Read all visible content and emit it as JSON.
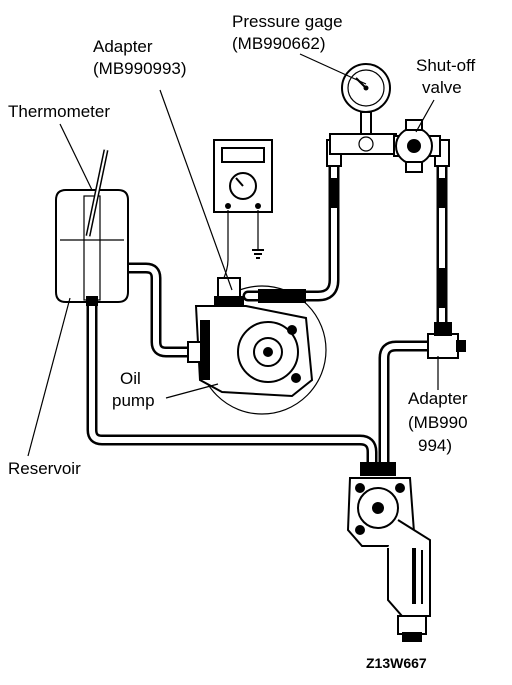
{
  "labels": {
    "pressure_gage": "Pressure gage",
    "pressure_gage_code": "(MB990662)",
    "adapter_top": "Adapter",
    "adapter_top_code": "(MB990993)",
    "shut_off": "Shut-off",
    "shut_off_2": "valve",
    "thermometer": "Thermometer",
    "oil_pump_1": "Oil",
    "oil_pump_2": "pump",
    "adapter_right": "Adapter",
    "adapter_right_code_1": "(MB990",
    "adapter_right_code_2": "994)",
    "reservoir": "Reservoir"
  },
  "figure_code": "Z13W667",
  "colors": {
    "ink": "#000000",
    "paper": "#ffffff"
  }
}
